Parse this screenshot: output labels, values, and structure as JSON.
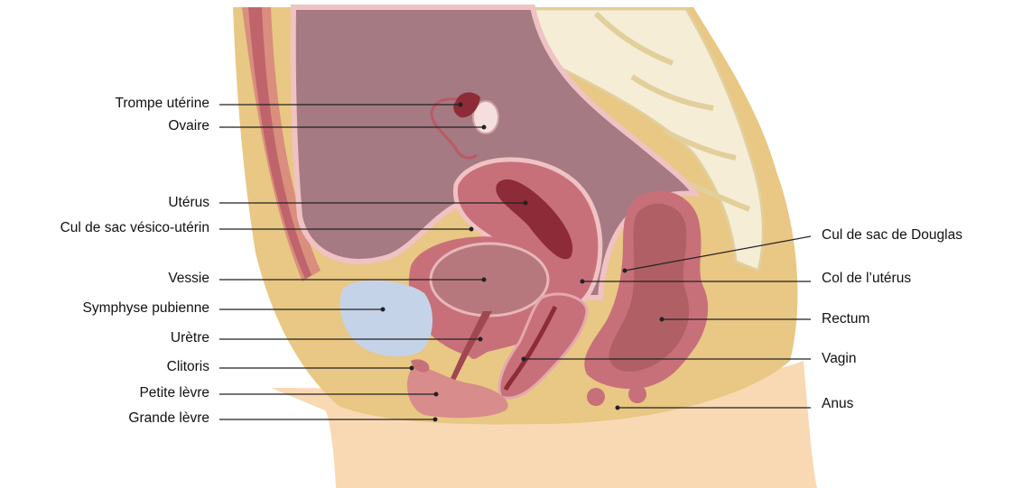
{
  "title": "",
  "labels_left": [
    {
      "id": "trompe",
      "text": "Trompe utérine"
    },
    {
      "id": "ovaire",
      "text": "Ovaire"
    },
    {
      "id": "uterus",
      "text": "Utérus"
    },
    {
      "id": "cul-vesico",
      "text": "Cul de sac vésico-utérin"
    },
    {
      "id": "vessie",
      "text": "Vessie"
    },
    {
      "id": "symphyse",
      "text": "Symphyse pubienne"
    },
    {
      "id": "uretre",
      "text": "Urètre"
    },
    {
      "id": "clitoris",
      "text": "Clitoris"
    },
    {
      "id": "petite-levre",
      "text": "Petite lèvre"
    },
    {
      "id": "grande-levre",
      "text": "Grande lèvre"
    }
  ],
  "labels_right": [
    {
      "id": "douglas",
      "text": "Cul de sac de Douglas"
    },
    {
      "id": "col",
      "text": "Col de l’utérus"
    },
    {
      "id": "rectum",
      "text": "Rectum"
    },
    {
      "id": "vagin",
      "text": "Vagin"
    },
    {
      "id": "anus",
      "text": "Anus"
    }
  ],
  "colors": {
    "skin": "#f9d9b4",
    "tissue": "#e9c784",
    "bone": "#f6edd6",
    "bone_dark": "#e2cf9c",
    "cavity": "#a57a82",
    "membrane": "#f0c2c4",
    "organ": "#c8707a",
    "organ_dark": "#8d2c38",
    "bladder": "#b7787d",
    "pubis": "#c5d3e9",
    "leader": "#222222"
  }
}
